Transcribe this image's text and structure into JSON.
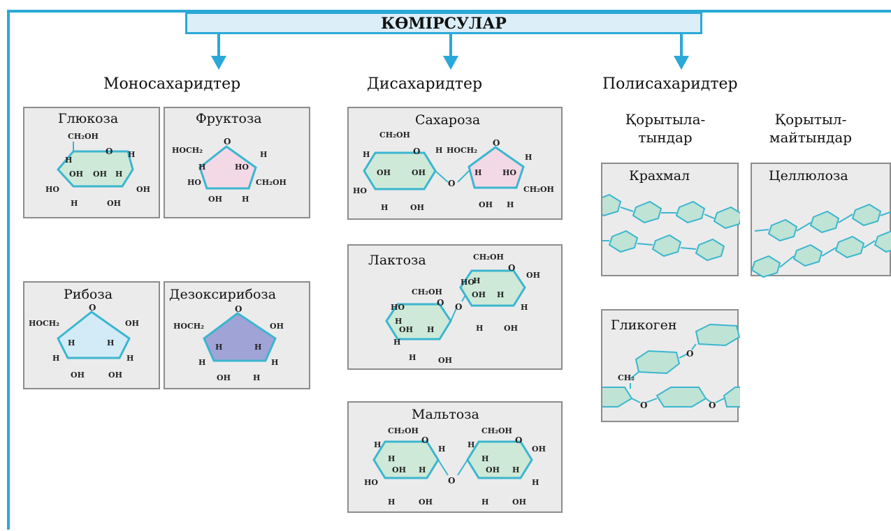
{
  "title": "КӨМІРСУЛАР",
  "categories": {
    "mono": "Моносахаридтер",
    "di": "Дисахаридтер",
    "poly": "Полисахаридтер"
  },
  "poly_groups": {
    "soluble": [
      "Қорытыла-",
      "тындар"
    ],
    "insoluble": [
      "Қорытыл-",
      "майтындар"
    ]
  },
  "molecules": {
    "glucose": "Глюкоза",
    "fructose": "Фруктоза",
    "ribose": "Рибоза",
    "deoxyribose": "Дезоксирибоза",
    "sucrose": "Сахароза",
    "lactose": "Лактоза",
    "maltose": "Мальтоза",
    "starch": "Крахмал",
    "cellulose": "Целлюлоза",
    "glycogen": "Гликоген"
  },
  "atoms": {
    "ch2oh": "CH₂OH",
    "hoch2": "HOCH₂",
    "oh": "OH",
    "ho": "HO",
    "h": "H",
    "o": "O",
    "ch2": "CH₂"
  },
  "colors": {
    "frame": "#2aa8d8",
    "bond": "#3bb6cf",
    "hexose_fill": "#cfe9d8",
    "fructose_fill": "#f3d8e6",
    "ribose_fill": "#d2ebf7",
    "deoxy_fill": "#9fa3d6",
    "chain_fill": "#bfe3d5",
    "box_bg": "#ebebeb"
  }
}
